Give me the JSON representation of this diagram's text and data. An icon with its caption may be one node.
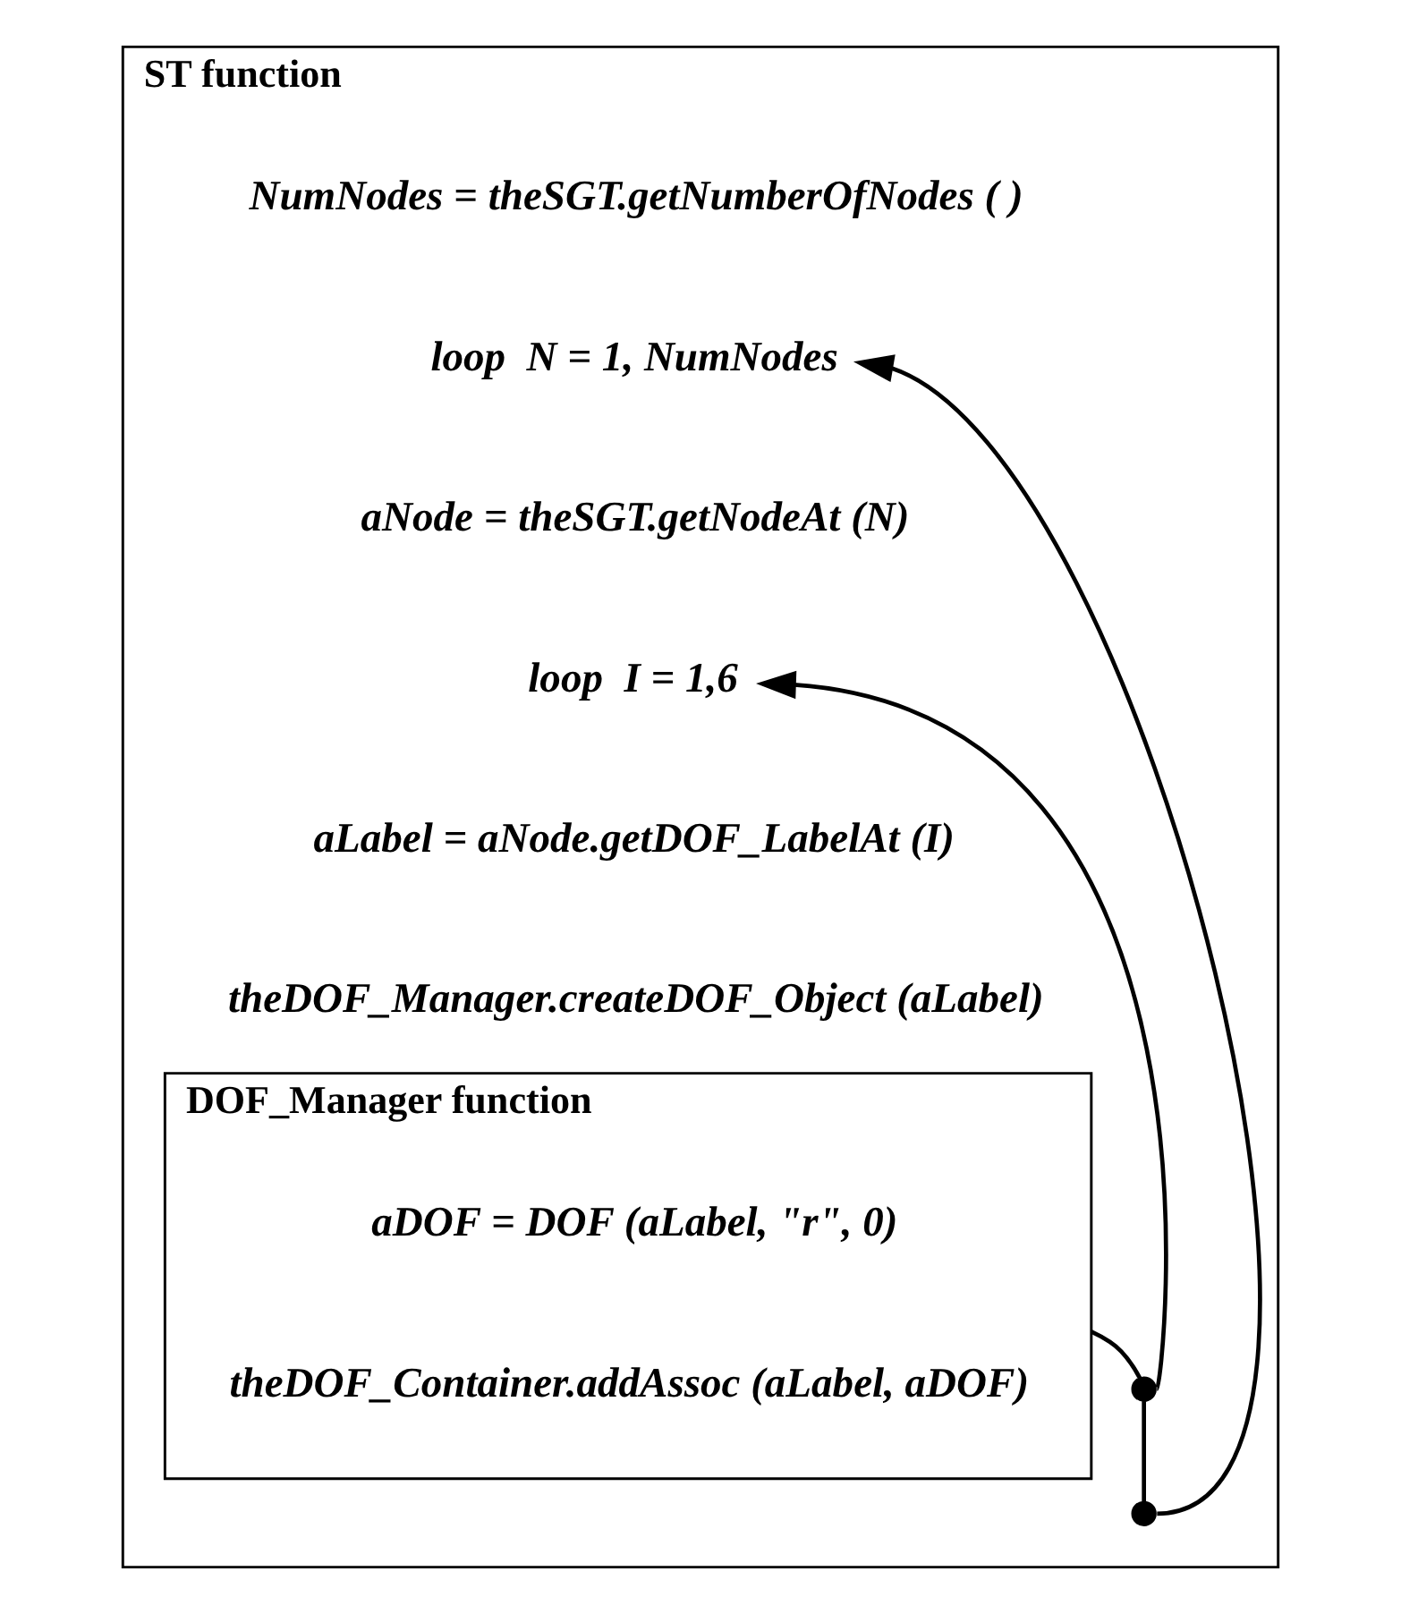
{
  "diagram": {
    "nodes": [
      {
        "text": [
          "ST function"
        ]
      },
      {
        "text": [
          "NumNodes = theSGT.getNumberOfNodes ( )"
        ],
        "in": 0
      },
      {
        "text": [
          "loop  N = 1, NumNodes"
        ],
        "in": 0
      },
      {
        "text": [
          "aNode = theSGT.getNodeAt (N)"
        ],
        "in": 0
      },
      {
        "text": [
          "loop  I = 1,6"
        ],
        "in": 0
      },
      {
        "text": [
          "aLabel = aNode.getDOF_LabelAt (I)"
        ],
        "in": 0
      },
      {
        "text": [
          "theDOF_Manager.createDOF_Object (aLabel)"
        ],
        "in": 0
      },
      {
        "text": [
          "DOF_Manager function"
        ],
        "in": 0
      },
      {
        "text": [
          "aDOF = DOF (aLabel, \"r\", 0)"
        ],
        "in": 7
      },
      {
        "text": [
          "theDOF_Container.addAssoc (aLabel, aDOF)"
        ],
        "in": 7
      },
      {
        "text": [],
        "shape": "circle",
        "in": 0
      },
      {
        "text": [],
        "shape": "circle",
        "in": 0
      }
    ],
    "edges": [
      {
        "from": 7,
        "to": 10,
        "arrow": "none"
      },
      {
        "from": 10,
        "to": 11,
        "arrow": "none"
      },
      {
        "from": 10,
        "to": 4,
        "arrow": "to"
      },
      {
        "from": 11,
        "to": 2,
        "arrow": "to"
      }
    ]
  }
}
